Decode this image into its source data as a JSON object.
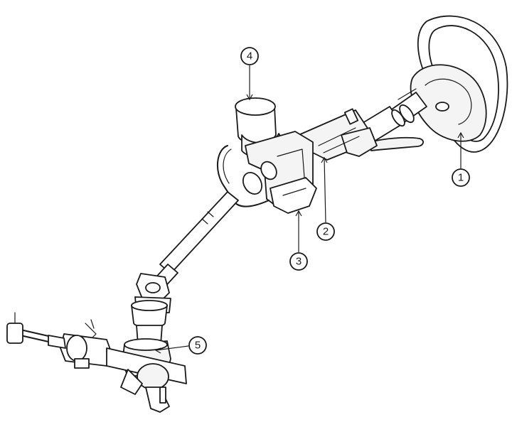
{
  "callouts": [
    {
      "id": "1",
      "label": "1"
    },
    {
      "id": "2",
      "label": "2"
    },
    {
      "id": "3",
      "label": "3"
    },
    {
      "id": "4",
      "label": "4"
    },
    {
      "id": "5",
      "label": "5"
    }
  ],
  "colors": {
    "ink": "#1a1a1a",
    "background": "#ffffff",
    "shade": "#f4f4f4"
  }
}
